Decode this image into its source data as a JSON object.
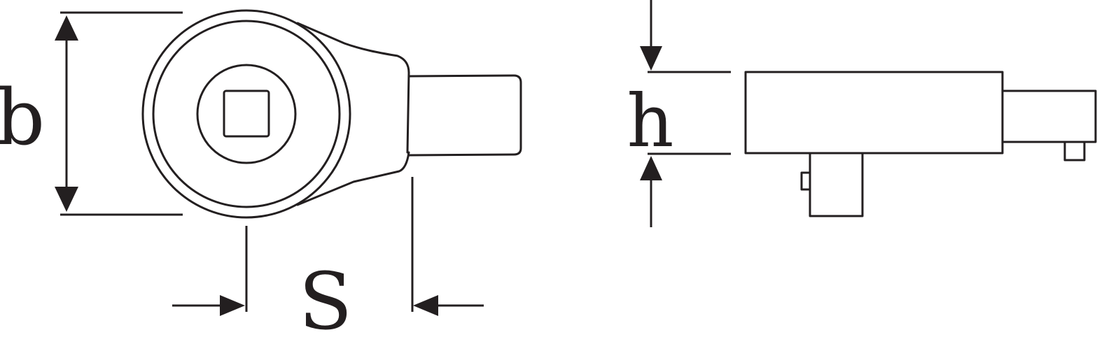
{
  "labels": {
    "b": "b",
    "S": "S",
    "h": "h"
  },
  "colors": {
    "line": "#231f20",
    "background": "#ffffff"
  }
}
